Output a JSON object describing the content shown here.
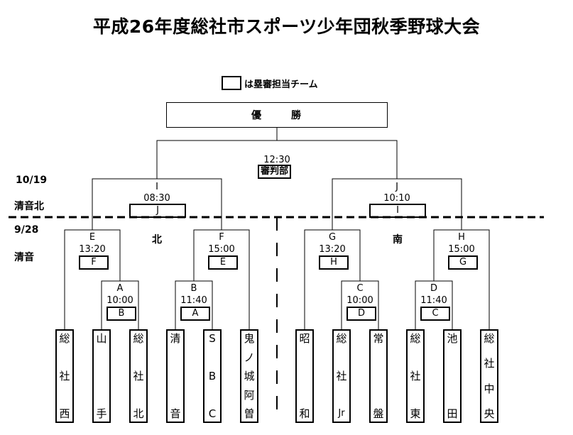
{
  "title": "平成26年度総社市スポーツ少年団秋季野球大会",
  "legend": {
    "text": "は塁審担当チーム"
  },
  "champion": {
    "chars": [
      "優",
      "勝"
    ]
  },
  "final": {
    "time": "12:30",
    "umpire": "審判部"
  },
  "rounds": {
    "day2": {
      "date": "10/19",
      "venue": "清音北"
    },
    "day1": {
      "date": "9/28",
      "venue": "清音"
    }
  },
  "blocks": {
    "north": "北",
    "south": "南"
  },
  "matches": {
    "I": {
      "label": "I",
      "time": "08:30",
      "umpire": "J"
    },
    "J": {
      "label": "J",
      "time": "10:10",
      "umpire": "I"
    },
    "E": {
      "label": "E",
      "time": "13:20",
      "umpire": "F"
    },
    "F": {
      "label": "F",
      "time": "15:00",
      "umpire": "E"
    },
    "G": {
      "label": "G",
      "time": "13:20",
      "umpire": "H"
    },
    "H": {
      "label": "H",
      "time": "15:00",
      "umpire": "G"
    },
    "A": {
      "label": "A",
      "time": "10:00",
      "umpire": "B"
    },
    "B": {
      "label": "B",
      "time": "11:40",
      "umpire": "A"
    },
    "C": {
      "label": "C",
      "time": "10:00",
      "umpire": "D"
    },
    "D": {
      "label": "D",
      "time": "11:40",
      "umpire": "C"
    }
  },
  "teams": [
    {
      "name": "総社西",
      "chars": [
        "総",
        "社",
        "西"
      ]
    },
    {
      "name": "山手",
      "chars": [
        "山",
        "手"
      ]
    },
    {
      "name": "総社北",
      "chars": [
        "総",
        "社",
        "北"
      ]
    },
    {
      "name": "清音",
      "chars": [
        "清",
        "音"
      ]
    },
    {
      "name": "SBC",
      "chars": [
        "S",
        "B",
        "C"
      ]
    },
    {
      "name": "鬼ノ城阿曽",
      "chars": [
        "鬼",
        "ノ",
        "城",
        "阿",
        "曽"
      ]
    },
    {
      "name": "昭和",
      "chars": [
        "昭",
        "和"
      ]
    },
    {
      "name": "総社Jr",
      "chars": [
        "総",
        "社",
        "Jr"
      ]
    },
    {
      "name": "常盤",
      "chars": [
        "常",
        "盤"
      ]
    },
    {
      "name": "総社東",
      "chars": [
        "総",
        "社",
        "東"
      ]
    },
    {
      "name": "池田",
      "chars": [
        "池",
        "田"
      ]
    },
    {
      "name": "総社中央",
      "chars": [
        "総",
        "社",
        "中",
        "央"
      ]
    }
  ]
}
